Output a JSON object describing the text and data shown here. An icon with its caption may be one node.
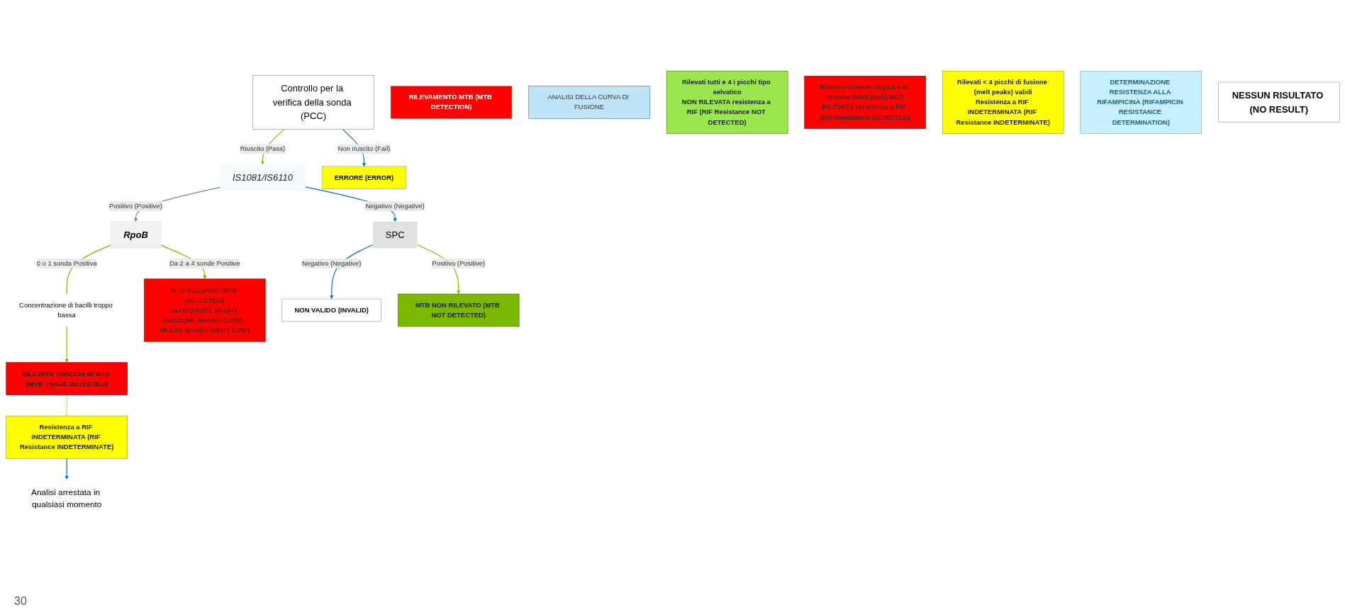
{
  "diagram": {
    "nodes": [
      {
        "text": [
          "IS1081/IS6110"
        ]
      },
      {
        "text": [
          "Controllo per la verifica della sonda (PCC)"
        ]
      },
      {
        "text": [
          "ERRORE (ERROR)"
        ]
      },
      {
        "text": [
          "RpoB"
        ]
      },
      {
        "text": [
          "SPC"
        ]
      },
      {
        "text": [
          "NON VALIDO (INVALID)"
        ]
      },
      {
        "text": [
          "Concentrazione di bacilli troppo bassa"
        ]
      },
      {
        "text": [
          "RILEVATA TRACCIA DI MTB (MTB TRACE DETECTED)"
        ]
      },
      {
        "text": [
          "MTB RILEVATO (MTB DETECTED)",
          "ALTO (HIGH), MEDIO (MEDIUM), BASSO (LOW), MOLTO BASSO (VERY LOW)"
        ]
      },
      {
        "text": [
          "MTB NON RILEVATO (MTB NOT DETECTED)"
        ]
      },
      {
        "text": [
          "RILEVAMENTO MTB (MTB DETECTION)"
        ]
      },
      {
        "text": [
          "ANALISI DELLA CURVA DI FUSIONE"
        ]
      },
      {
        "text": [
          "Resistenza a RIF INDETERMINATA (RIF Resistance INDETERMINATE)"
        ]
      },
      {
        "text": [
          "Rilevati tutti e 4 i picchi tipo selvatico",
          "NON RILEVATA resistenza a RIF (RIF Resistance NOT DETECTED)"
        ]
      },
      {
        "text": [
          "Rilevato almeno un picco di fusione (melt peak) MUT",
          "RILEVATA resistenza a RIF (RIF Resistance DETECTED)"
        ]
      },
      {
        "text": [
          "Rilevati < 4 picchi di fusione (melt peaks) validi",
          "Resistenza a RIF INDETERMINATA (RIF Resistance INDETERMINATE)"
        ]
      },
      {
        "text": [
          "DETERMINAZIONE RESISTENZA ALLA RIFAMPICINA (RIFAMPICIN RESISTANCE DETERMINATION)"
        ]
      },
      {
        "text": [
          "Analisi arrestata in qualsiasi momento"
        ]
      },
      {
        "text": [
          "NESSUN RISULTATO (NO RESULT)"
        ]
      }
    ],
    "edges": [
      {
        "from": 1,
        "to": 0,
        "arrow": "to",
        "label": "Riuscito (Pass)",
        "color": "#7ab800"
      },
      {
        "from": 1,
        "to": 2,
        "arrow": "to",
        "label": "Non riuscito (Fail)",
        "color": "#0070c0"
      },
      {
        "from": 0,
        "to": 3,
        "arrow": "to",
        "label": "Positivo (Positive)",
        "color": "#808080"
      },
      {
        "from": 0,
        "to": 4,
        "arrow": "to",
        "label": "Negativo (Negative)",
        "color": "#0070c0"
      },
      {
        "from": 4,
        "to": 5,
        "arrow": "to",
        "label": "Negativo (Negative)",
        "color": "#0070c0"
      },
      {
        "from": 4,
        "to": 9,
        "arrow": "to",
        "label": "Positivo (Positive)",
        "color": "#7ab800"
      },
      {
        "from": 3,
        "to": 6,
        "arrow": "none",
        "label": "0 o 1 sonda Positiva",
        "color": "#7ab800"
      },
      {
        "from": 6,
        "to": 7,
        "arrow": "to",
        "color": "#7ab800"
      },
      {
        "from": 3,
        "to": 8,
        "arrow": "to",
        "label": "Da 2 a 4 sonde Positive",
        "color": "#7ab800"
      },
      {
        "from": 7,
        "to": 12,
        "arrow": "none",
        "style": "dashed",
        "color": "#7ab800"
      },
      {
        "from": 12,
        "to": 17,
        "arrow": "to",
        "color": "#0070c0"
      }
    ],
    "labels": [
      "30"
    ]
  }
}
